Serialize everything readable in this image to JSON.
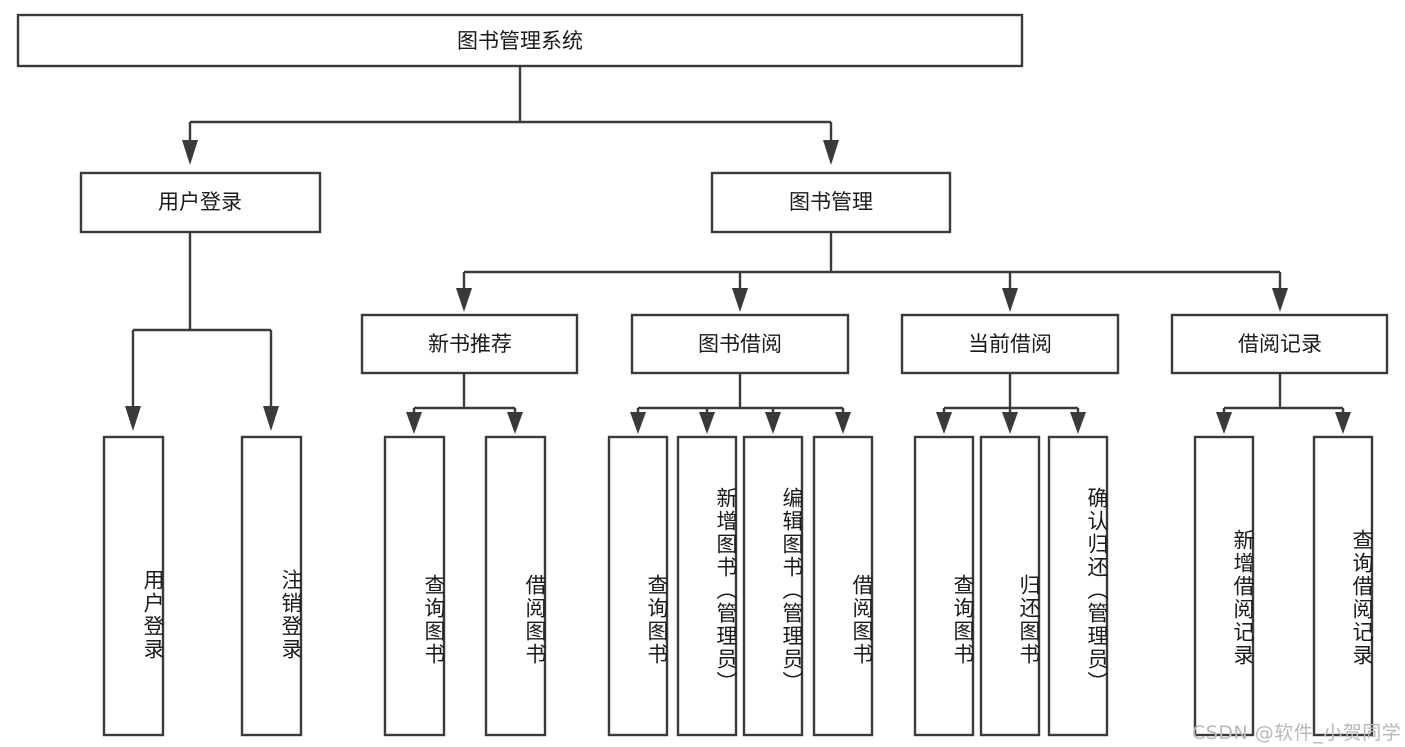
{
  "diagram": {
    "title": "图书管理系统",
    "type": "tree-hierarchy-diagram",
    "colors": {
      "stroke": "#3a3a3a",
      "fill": "#ffffff",
      "text": "#1b1b1b",
      "watermark": "#b9b9b9"
    },
    "root": {
      "label": "图书管理系统"
    },
    "level1": [
      {
        "label": "用户登录"
      },
      {
        "label": "图书管理"
      }
    ],
    "level2": [
      {
        "label": "新书推荐"
      },
      {
        "label": "图书借阅"
      },
      {
        "label": "当前借阅"
      },
      {
        "label": "借阅记录"
      }
    ],
    "leaves": {
      "user_login": [
        {
          "label": "用户登录"
        },
        {
          "label": "注销登录"
        }
      ],
      "new_book_recommend": [
        {
          "label": "查询图书"
        },
        {
          "label": "借阅图书"
        }
      ],
      "book_borrow": [
        {
          "label": "查询图书"
        },
        {
          "label": "新增图书（管理员）"
        },
        {
          "label": "编辑图书（管理员）"
        },
        {
          "label": "借阅图书"
        }
      ],
      "current_borrow": [
        {
          "label": "查询图书"
        },
        {
          "label": "归还图书"
        },
        {
          "label": "确认归还（管理员）"
        }
      ],
      "borrow_record": [
        {
          "label": "新增借阅记录"
        },
        {
          "label": "查询借阅记录"
        }
      ]
    }
  },
  "watermark": {
    "text": "CSDN @软件_小贺同学"
  }
}
